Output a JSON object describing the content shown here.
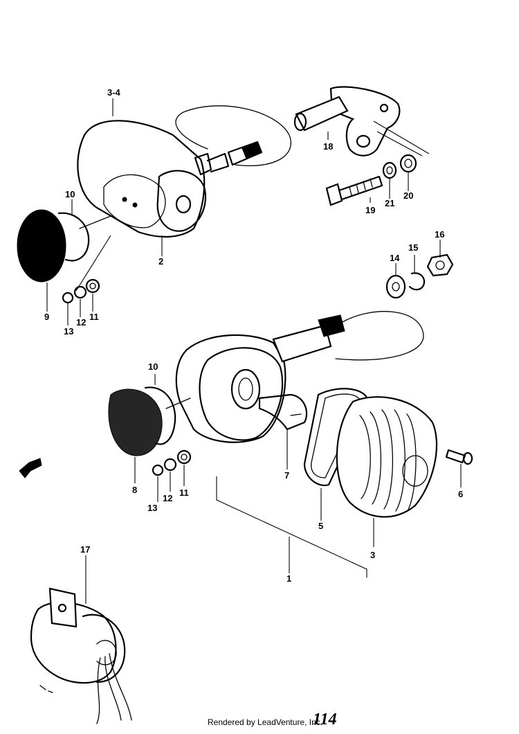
{
  "diagram": {
    "labels": {
      "p1": "1",
      "p2": "2",
      "p3": "3",
      "p3_4": "3-4",
      "p5": "5",
      "p6": "6",
      "p7": "7",
      "p8": "8",
      "p9": "9",
      "p10a": "10",
      "p10b": "10",
      "p11a": "11",
      "p11b": "11",
      "p12a": "12",
      "p12b": "12",
      "p13a": "13",
      "p13b": "13",
      "p14": "14",
      "p15": "15",
      "p16": "16",
      "p17": "17",
      "p18": "18",
      "p19": "19",
      "p20": "20",
      "p21": "21"
    },
    "footer": "Rendered by LeadVenture, Inc.",
    "page_number": "114"
  }
}
